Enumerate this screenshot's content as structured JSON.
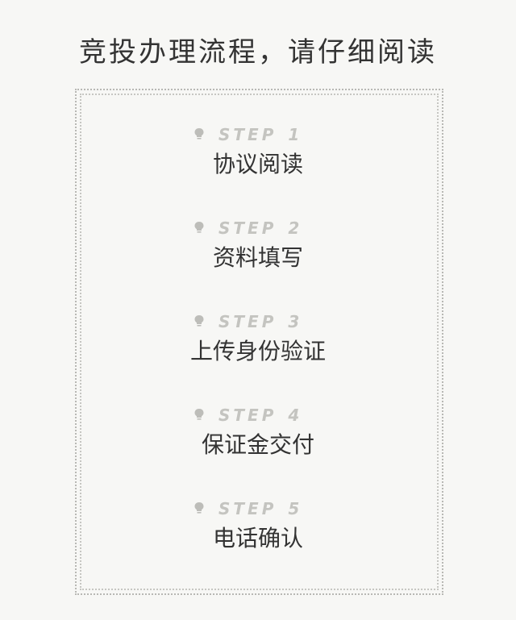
{
  "page": {
    "title": "竞投办理流程，请仔细阅读"
  },
  "steps": [
    {
      "label": "STEP",
      "number": "1",
      "title": "协议阅读"
    },
    {
      "label": "STEP",
      "number": "2",
      "title": "资料填写"
    },
    {
      "label": "STEP",
      "number": "3",
      "title": "上传身份验证"
    },
    {
      "label": "STEP",
      "number": "4",
      "title": "保证金交付"
    },
    {
      "label": "STEP",
      "number": "5",
      "title": "电话确认"
    }
  ],
  "icons": {
    "step_marker": "lightbulb-icon"
  },
  "colors": {
    "background": "#f7f7f5",
    "text": "#333333",
    "step_tag": "#c4c4c0",
    "frame_border": "#b8b8b4"
  }
}
